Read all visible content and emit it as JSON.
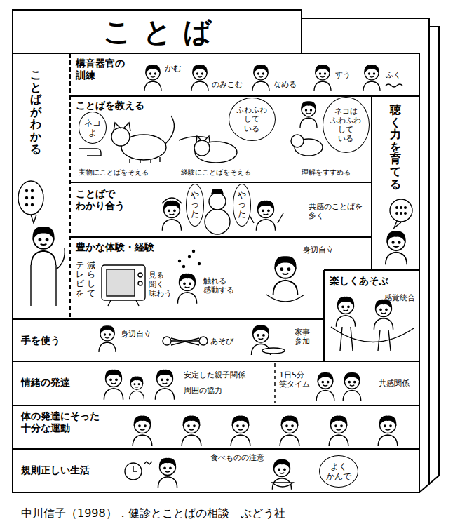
{
  "diagram": {
    "title": "ことば",
    "caption": "中川信子（1998）．健診とことばの相談　ぶどう社",
    "nodes": [
      {
        "text": [
          "ことばがわかる"
        ]
      },
      {
        "text": [
          "構音器官の 訓練"
        ]
      },
      {
        "text": [
          "ことばを教える"
        ]
      },
      {
        "text": [
          "ネコ よ"
        ],
        "in": 2
      },
      {
        "text": [
          "ふわふわ して いる"
        ],
        "in": 2
      },
      {
        "text": [
          "ネコは ふわふわ して いる"
        ],
        "in": 2
      },
      {
        "text": [
          "聴く力を育てる"
        ]
      },
      {
        "text": [
          "ことばで わかり合う"
        ]
      },
      {
        "text": [
          "やった"
        ],
        "in": 7
      },
      {
        "text": [
          "やった"
        ],
        "in": 7
      },
      {
        "text": [
          "豊かな体験・経験"
        ]
      },
      {
        "text": [
          "楽しくあそぶ"
        ]
      },
      {
        "text": [
          "手を使う"
        ]
      },
      {
        "text": [
          "情緒の発達"
        ]
      },
      {
        "text": [
          "体の発達にそった 十分な運動"
        ]
      },
      {
        "text": [
          "規則正しい生活"
        ]
      },
      {
        "text": [
          "よく かんで"
        ],
        "in": 15
      }
    ],
    "labels": [
      "かむ",
      "のみこむ",
      "なめる",
      "すう",
      "ふく",
      "実物にことばをそえる",
      "経験にことばをそえる",
      "理解をすすめる",
      "共感のことばを 多く",
      "テレビを",
      "減らして",
      "見る 聞く 味わう",
      "触れる 感動する",
      "身辺自立",
      "感覚統合",
      "身辺自立",
      "あそび",
      "家事 参加",
      "安定した親子関係",
      "周囲の協力",
      "1日5分 笑タイム",
      "共感関係",
      "食べものの注意"
    ]
  }
}
